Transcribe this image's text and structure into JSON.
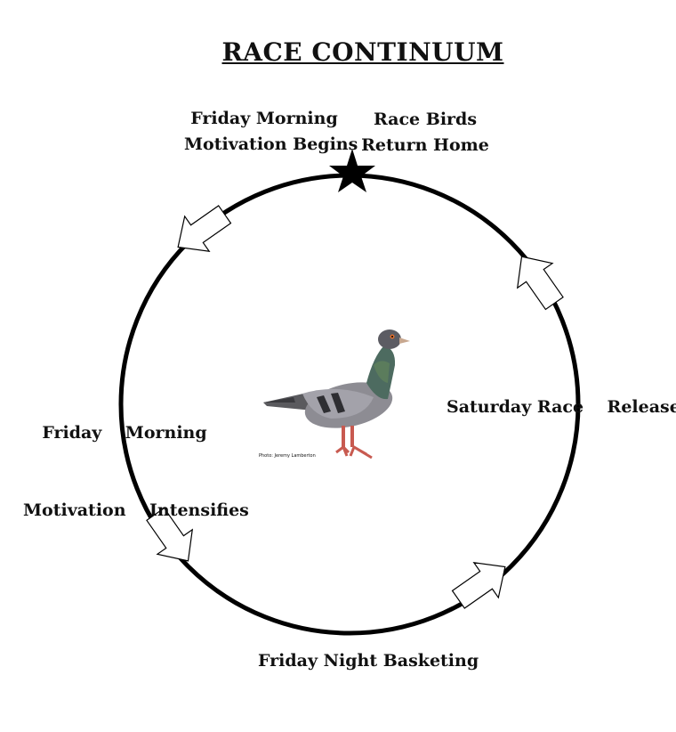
{
  "title": "RACE CONTINUUM",
  "labels": {
    "top_left": [
      "Friday Morning",
      "Motivation Begins"
    ],
    "top_right": [
      "Race Birds",
      "Return Home"
    ],
    "left": [
      "Friday    Morning",
      "Motivation    Intensifies"
    ],
    "right": "Saturday Race    Release",
    "bottom": "Friday Night Basketing"
  },
  "photo_credit": "Photo: Jeremy Lamberton",
  "icons": [
    "star-icon",
    "pigeon-image",
    "cycle-arrow-icon"
  ]
}
